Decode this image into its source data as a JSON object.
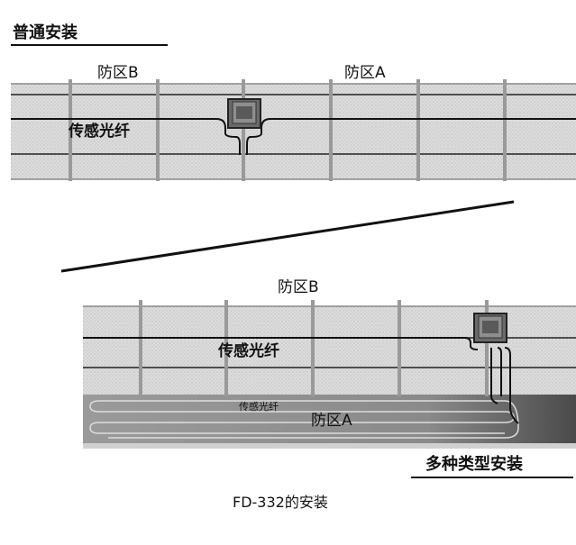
{
  "top": {
    "section_title": "普通安装",
    "zone_b_label": "防区B",
    "zone_a_label": "防区A",
    "fiber_label": "传感光纤"
  },
  "bottom": {
    "zone_b_label": "防区B",
    "fiber_label_fence": "传感光纤",
    "fiber_label_ground": "传感光纤",
    "zone_a_label": "防区A",
    "section_title": "多种类型安装"
  },
  "caption": "FD-332的安装",
  "colors": {
    "background": "#ffffff",
    "fence_mesh": "#d9d9d9",
    "fence_post": "#a8a8a8",
    "fiber_line": "#111111",
    "ground": "#6e6e6e",
    "junction_box": "#555555"
  }
}
